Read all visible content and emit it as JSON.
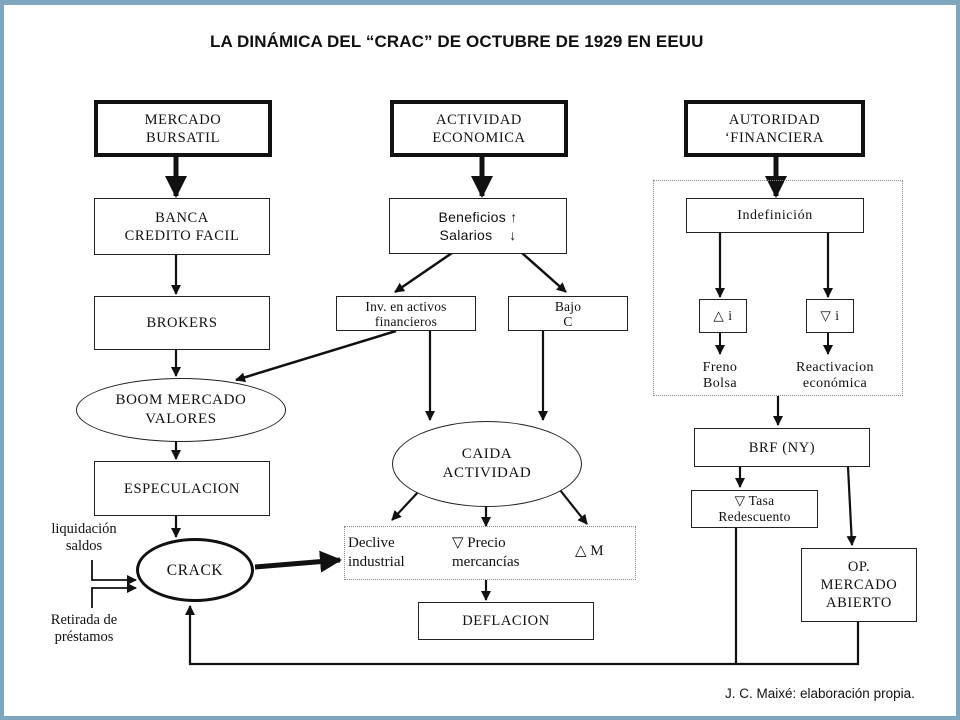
{
  "title": "LA DINÁMICA DEL “CRAC” DE OCTUBRE DE 1929 EN EEUU",
  "headers": {
    "mercado": "MERCADO\nBURSATIL",
    "actividad": "ACTIVIDAD\nECONOMICA",
    "autoridad": "AUTORIDAD\n‘FINANCIERA"
  },
  "left_column": {
    "banca": "BANCA\nCREDITO FACIL",
    "brokers": "BROKERS",
    "boom": "BOOM MERCADO\nVALORES",
    "especulacion": "ESPECULACION",
    "crack": "CRACK",
    "liquidacion": "liquidación\nsaldos",
    "retirada": "Retirada de\npréstamos"
  },
  "middle_column": {
    "beneficios": "Beneficios ↑\nSalarios    ↓",
    "inv": "Inv. en activos\nfinancieros",
    "bajo": "Bajo\nC",
    "caida": "CAIDA\nACTIVIDAD",
    "declive": "Declive\nindustrial",
    "precio": "▽ Precio\nmercancías",
    "m": "△ M",
    "deflacion": "DEFLACION"
  },
  "right_column": {
    "indefinicion": "Indefinición",
    "delta_i": "△ i",
    "nabla_i": "▽ i",
    "freno": "Freno\nBolsa",
    "reactivacion": "Reactivacion\neconómica",
    "brf": "BRF (NY)",
    "tasa": "▽ Tasa\nRedescuento",
    "op": "OP.\nMERCADO\nABIERTO"
  },
  "credit": "J. C. Maixé: elaboración propia."
}
